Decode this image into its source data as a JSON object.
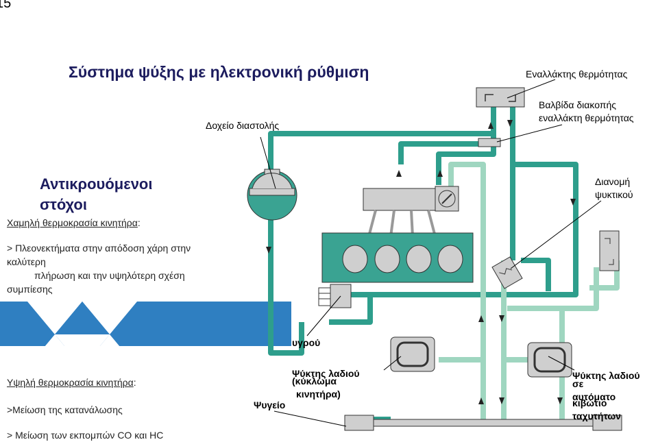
{
  "page_number": "15",
  "title": "Σύστημα ψύξης με ηλεκτρονική ρύθμιση",
  "goals": {
    "heading_line1": "Αντικρουόμενοι",
    "heading_line2": "στόχοι",
    "low_temp_label": "Χαμηλή θερμοκρασία κινητήρα",
    "low_temp_colon": ":",
    "benefit_line1": "> Πλεονεκτήματα στην απόδοση χάρη στην",
    "benefit_line2": "καλύτερη",
    "benefit_line3": "πλήρωση και την υψηλότερη σχέση",
    "benefit_line4": "συμπίεσης",
    "high_temp_label": "Υψηλή θερμοκρασία κινητήρα",
    "high_temp_colon": ":",
    "high_item1": ">Μείωση της κατανάλωσης",
    "high_item2": "> Μείωση των εκπομπών CO και HC"
  },
  "labels": {
    "heater_exchanger": "Εναλλάκτης θερμότητας",
    "valve_line1": "Βαλβίδα διακοπής",
    "valve_line2": "εναλλάκτη θερμότητας",
    "expansion_tank": "Δοχείο διαστολής",
    "coolant_dist_line1": "Διανομή",
    "coolant_dist_line2": "ψυκτικού",
    "fluid_partial": "υγρού",
    "oil_cooler_engine_line1": "Ψύκτης λαδιού",
    "oil_cooler_engine_line2": "(κύκλωμα",
    "oil_cooler_engine_line3": "κινητήρα)",
    "radiator": "Ψυγείο",
    "oil_cooler_gear_line1": "Ψύκτης λαδιού",
    "oil_cooler_gear_line2": "σε",
    "oil_cooler_gear_line3": "αυτόματο",
    "oil_cooler_gear_line4": "κιβώτιο",
    "oil_cooler_gear_line5": "ταχυτήτων"
  },
  "colors": {
    "pipe_dark": "#2e9e8c",
    "pipe_light": "#9fd6c0",
    "engine": "#3aa392",
    "banner": "#2f7fc1",
    "title": "#1c1c5e"
  }
}
